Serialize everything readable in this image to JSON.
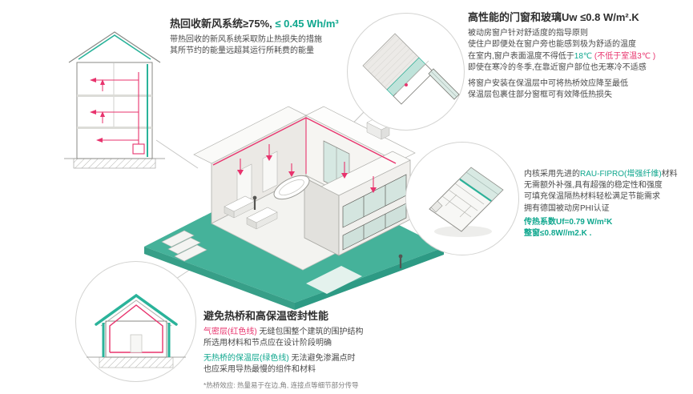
{
  "colors": {
    "teal": "#0fa78e",
    "red": "#e8336d",
    "dark": "#3a3a3a",
    "ground_teal": "#45b29a"
  },
  "vent_section": {
    "title_main": "热回收新风系统≥75%, ",
    "title_accent": "≤ 0.45 Wh/m³",
    "body_line1": "带热回收的新风系统采取防止热损失的措施",
    "body_line2": "其所节约的能量远超其运行所耗费的能量"
  },
  "window_section": {
    "title_main": "高性能的门窗和玻璃",
    "title_value": "Uw ≤0.8 W/m².K",
    "line1": "被动房窗户针对舒适度的指导原则",
    "line2": "使住户即便处在窗户旁也能感到极为舒适的温度",
    "line3_pre": "在室内,窗户表面温度不得低于",
    "line3_temp": "18℃ ",
    "line3_note": "(不低于室温3℃ )",
    "line4": "即使在寒冷的冬季,在靠近窗户部位也无寒冷不适感",
    "line5": "将窗户安装在保温层中可将热桥效应降至最低",
    "line6": "保温层包裹住部分窗框可有效降低热损失"
  },
  "profile_section": {
    "line1_pre": "内核采用先进的",
    "line1_accent": "RAU-FIPRO(增强纤维)",
    "line1_post": "材料",
    "line2": "无需额外补强,具有超强的稳定性和强度",
    "line3": "可填充保温隔热材料轻松满足节能需求",
    "line4": "拥有德国被动房PHI认证",
    "value1": "传热系数Uf=0.79 W/m²K",
    "value2": "整窗≤0.8W//m2.K ."
  },
  "thermal_section": {
    "title": "避免热桥和高保温密封性能",
    "line1_accent": "气密层(红色线)",
    "line1_rest": " 无缝包围整个建筑的围护结构",
    "line2": "所选用材料和节点应在设计阶段明确",
    "line3_accent": "无热桥的保温层(绿色线)",
    "line3_rest": " 无法避免渗漏点时",
    "line4": "也应采用导热最慢的组件和材料",
    "footnote": "*热桥效应: 热量易于在边,角, 连接点等细节部分传导"
  },
  "diagrams": {
    "top_left": "ventilation-house-section",
    "top_right": "window-installation-detail",
    "middle_right": "window-profile-cross-section",
    "bottom_left": "insulated-house-section",
    "center": "isometric-house-cutaway"
  }
}
